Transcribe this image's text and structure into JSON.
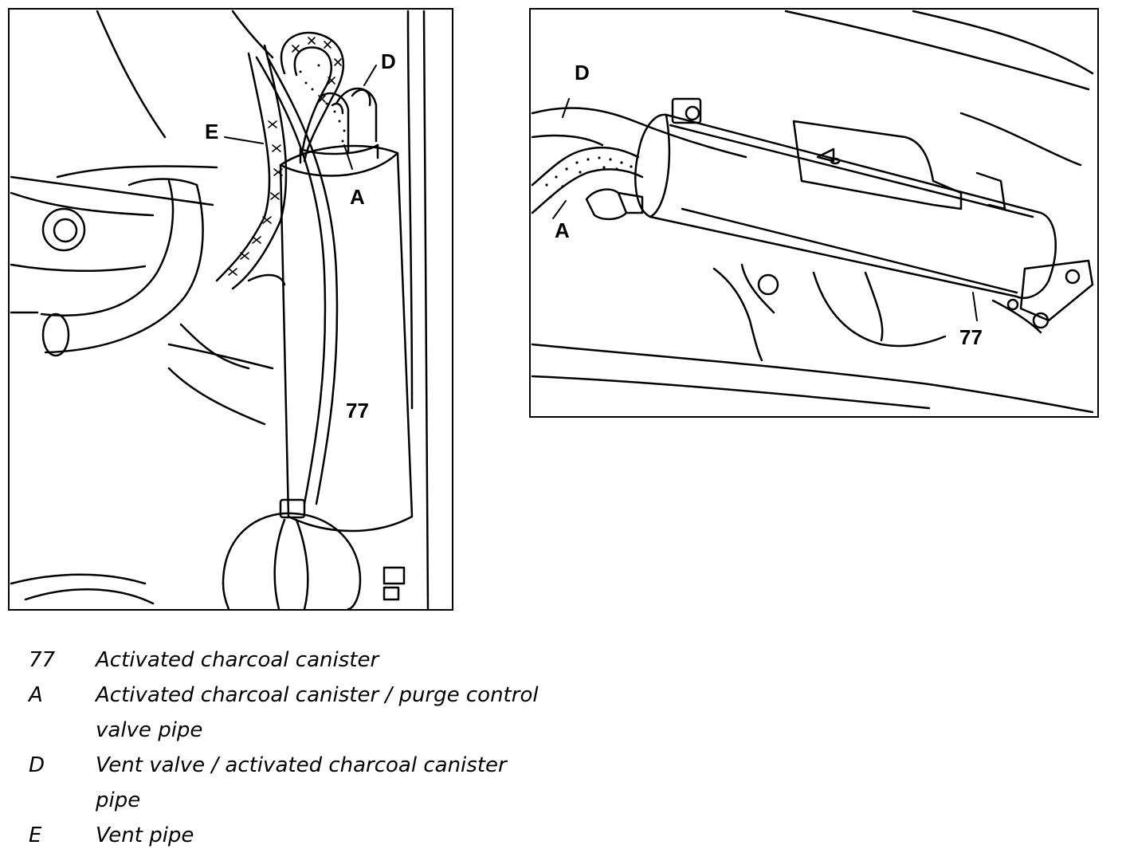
{
  "figure_left": {
    "labels": {
      "d": "D",
      "e": "E",
      "a": "A",
      "n77": "77"
    }
  },
  "figure_right": {
    "labels": {
      "d": "D",
      "a": "A",
      "n77": "77"
    }
  },
  "legend": [
    {
      "key": "77",
      "text": "Activated charcoal canister"
    },
    {
      "key": "A",
      "text": "Activated charcoal canister / purge control valve pipe"
    },
    {
      "key": "D",
      "text": "Vent valve / activated charcoal canister pipe"
    },
    {
      "key": "E",
      "text": "Vent pipe"
    }
  ]
}
